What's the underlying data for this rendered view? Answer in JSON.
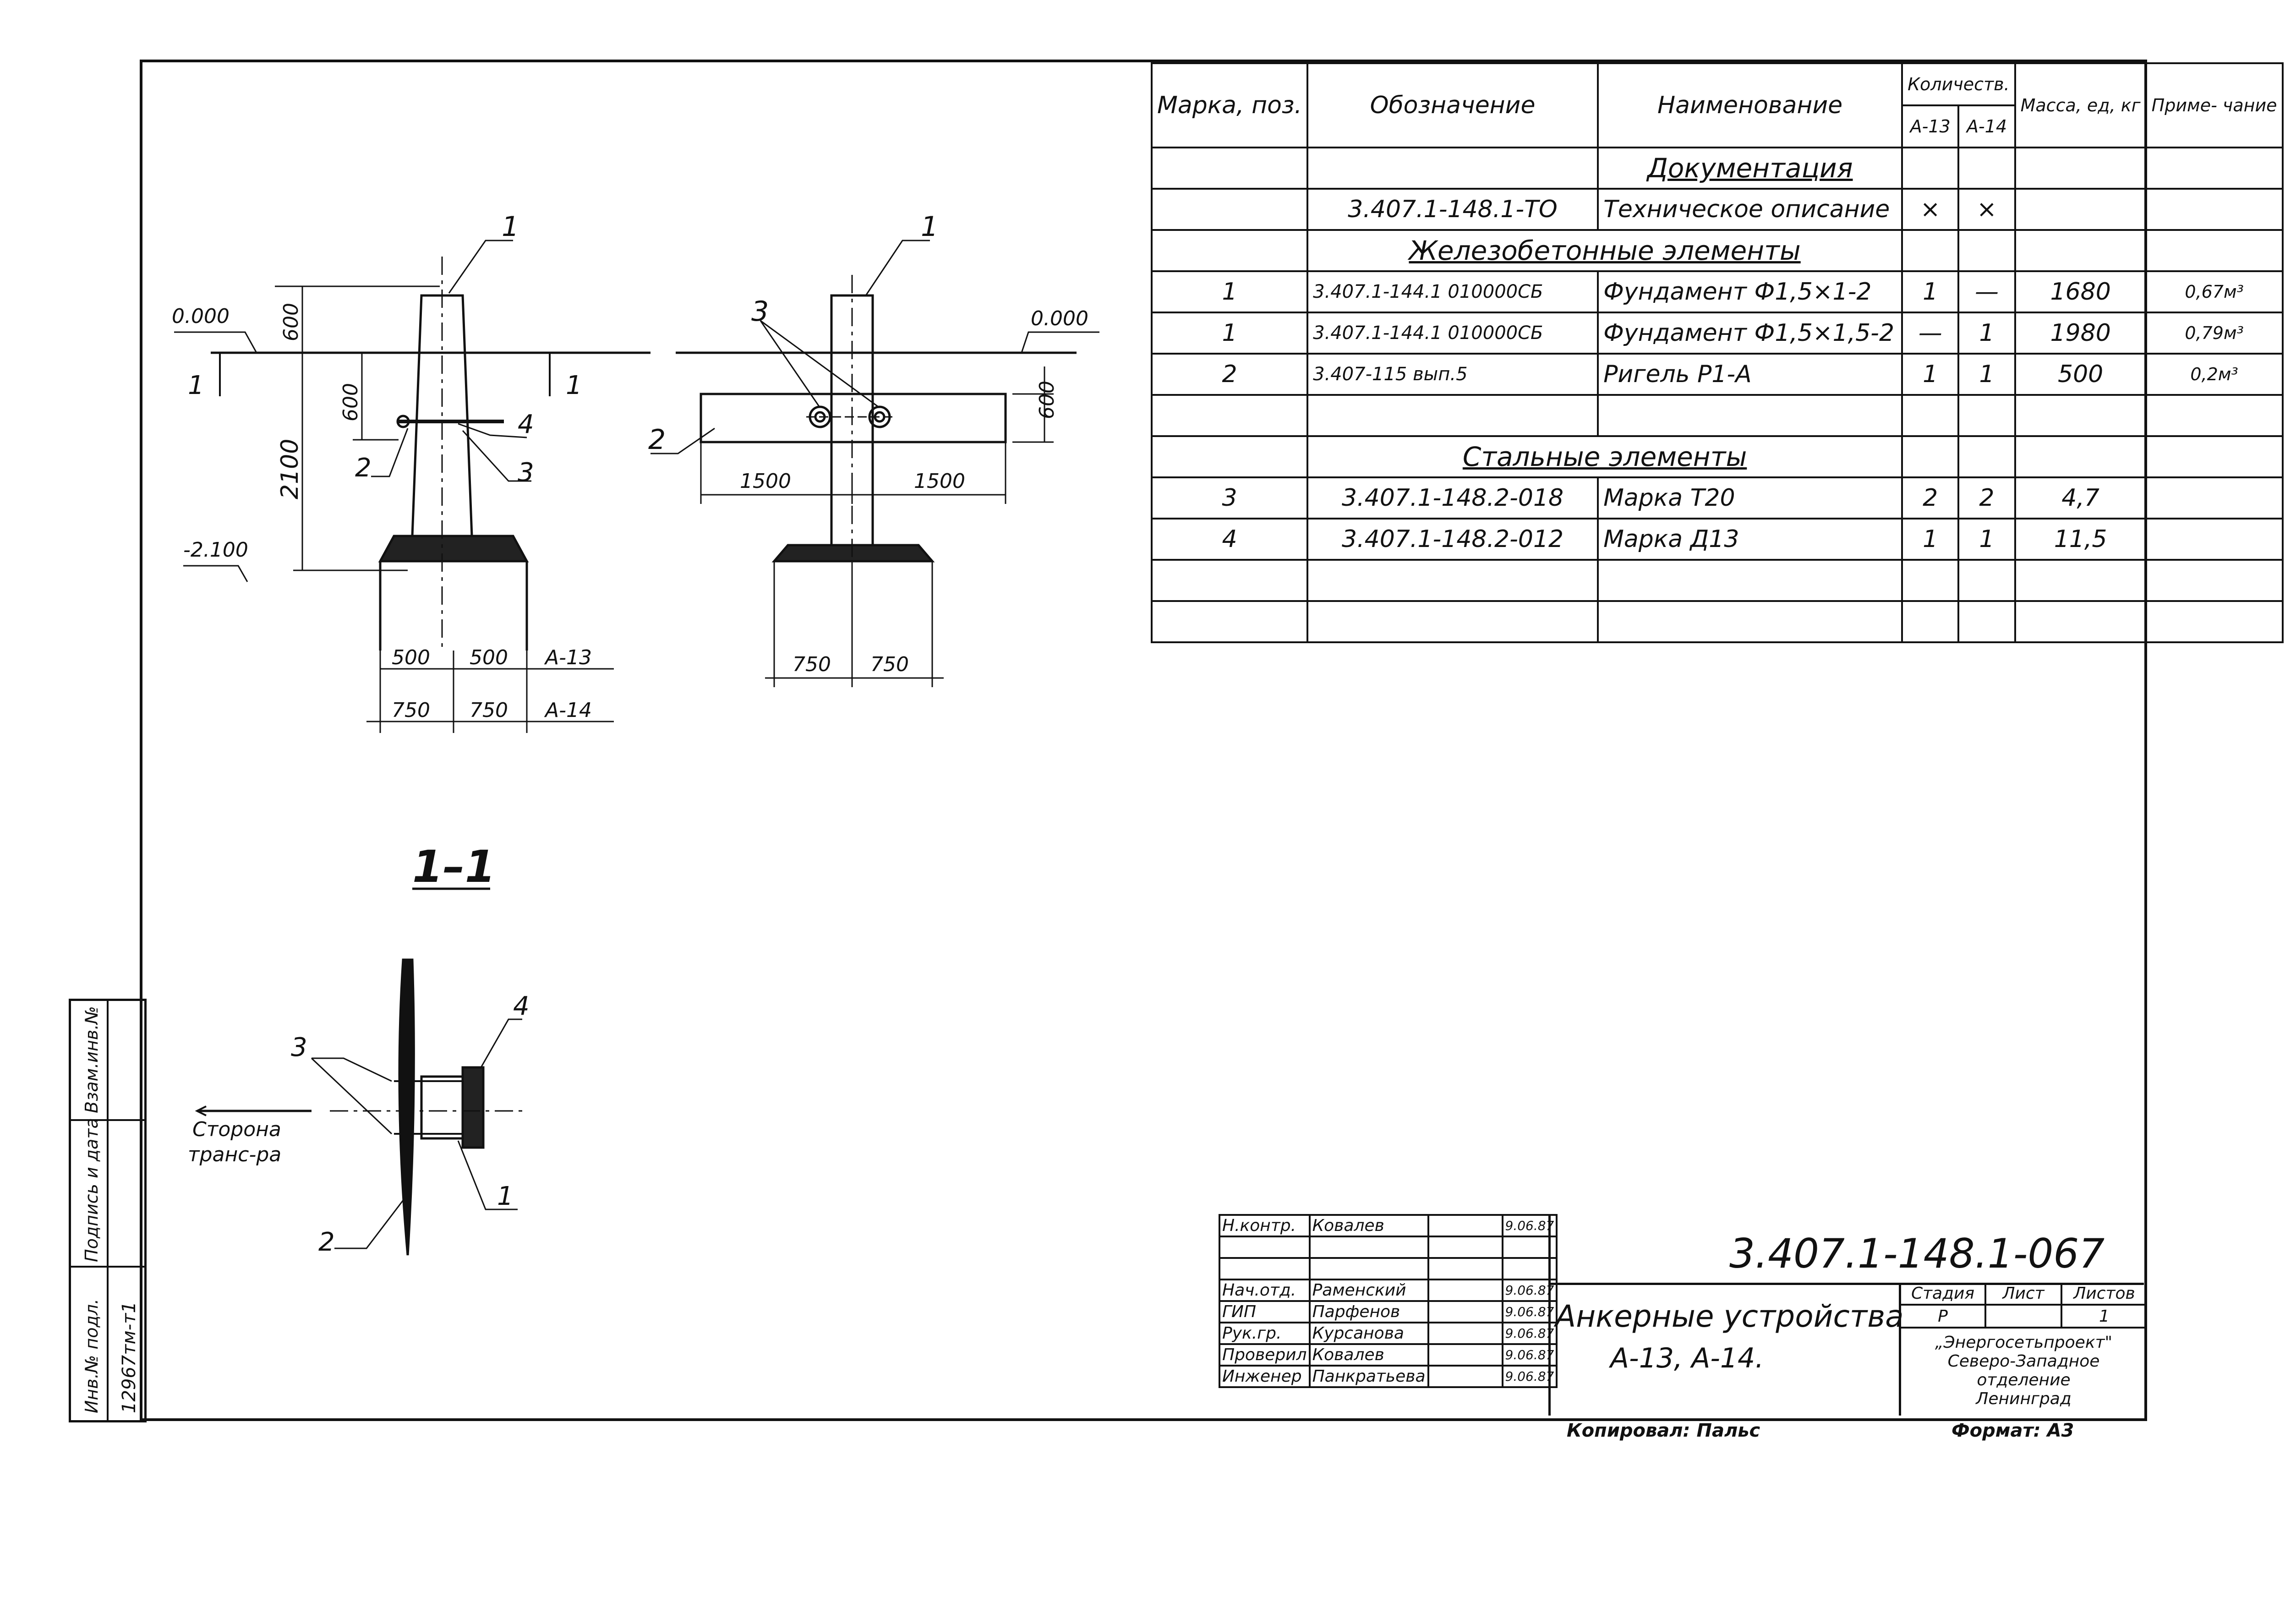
{
  "drawing": {
    "elevation_zero_left": "0.000",
    "elevation_zero_right": "0.000",
    "elevation_bottom": "-2.100",
    "dim_600_top": "600",
    "dim_600_mid": "600",
    "dim_2100": "2100",
    "dim_600_right": "600",
    "dim_1500_left": "1500",
    "dim_1500_right": "1500",
    "dim_500_a": "500",
    "dim_500_b": "500",
    "dim_750_a": "750",
    "dim_750_b": "750",
    "dim_750_c": "750",
    "dim_750_d": "750",
    "label_a13": "A-13",
    "label_a14": "A-14",
    "section_mark": "1",
    "section_title": "1–1",
    "pos_1": "1",
    "pos_2": "2",
    "pos_3": "3",
    "pos_4": "4",
    "side_label_1": "Сторона",
    "side_label_2": "транс-ра"
  },
  "spec": {
    "headers": {
      "mark": "Марка, поз.",
      "designation": "Обозначение",
      "name": "Наименование",
      "quantity": "Количеств.",
      "a13": "A-13",
      "a14": "A-14",
      "mass": "Масса, ед, кг",
      "note": "Приме- чание"
    },
    "section_docs": "Документация",
    "section_rc": "Железобетонные элементы",
    "section_steel": "Стальные элементы",
    "rows": [
      {
        "mark": "",
        "designation": "3.407.1-148.1-ТО",
        "name": "Техническое описание",
        "a13": "×",
        "a14": "×",
        "mass": "",
        "note": ""
      },
      {
        "mark": "1",
        "designation": "3.407.1-144.1 010000СБ",
        "name": "Фундамент Ф1,5×1-2",
        "a13": "1",
        "a14": "—",
        "mass": "1680",
        "note": "0,67м³"
      },
      {
        "mark": "1",
        "designation": "3.407.1-144.1 010000СБ",
        "name": "Фундамент Ф1,5×1,5-2",
        "a13": "—",
        "a14": "1",
        "mass": "1980",
        "note": "0,79м³"
      },
      {
        "mark": "2",
        "designation": "3.407-115 вып.5",
        "name": "Ригель Р1-А",
        "a13": "1",
        "a14": "1",
        "mass": "500",
        "note": "0,2м³"
      },
      {
        "mark": "3",
        "designation": "3.407.1-148.2-018",
        "name": "Марка Т20",
        "a13": "2",
        "a14": "2",
        "mass": "4,7",
        "note": ""
      },
      {
        "mark": "4",
        "designation": "3.407.1-148.2-012",
        "name": "Марка Д13",
        "a13": "1",
        "a14": "1",
        "mass": "11,5",
        "note": ""
      }
    ]
  },
  "title_block": {
    "doc_number": "3.407.1-148.1-067",
    "title_line1": "Анкерные устройства",
    "title_line2": "А-13, А-14.",
    "stage_label": "Стадия",
    "sheet_label": "Лист",
    "sheets_label": "Листов",
    "stage": "Р",
    "sheets": "1",
    "org_line1": "„Энергосетьпроект\"",
    "org_line2": "Северо-Западное отделение",
    "org_line3": "Ленинград",
    "copied": "Копировал: Пальс",
    "format": "Формат: А3",
    "people": [
      {
        "role": "Н.контр.",
        "name": "Ковалев",
        "date": "9.06.87"
      },
      {
        "role": "",
        "name": "",
        "date": ""
      },
      {
        "role": "Нач.отд.",
        "name": "Раменский",
        "date": "9.06.87"
      },
      {
        "role": "ГИП",
        "name": "Парфенов",
        "date": "9.06.87"
      },
      {
        "role": "Рук.гр.",
        "name": "Курсанова",
        "date": "9.06.87"
      },
      {
        "role": "Проверил",
        "name": "Ковалев",
        "date": "9.06.87"
      },
      {
        "role": "Инженер",
        "name": "Панкратьева",
        "date": "9.06.87"
      }
    ]
  },
  "stamp": {
    "inv_orig": "Инв.№ подл.",
    "signature_date": "Подпись и дата",
    "replace_inv": "Взам.инв.№",
    "inv_value": "12967тм-т1"
  }
}
